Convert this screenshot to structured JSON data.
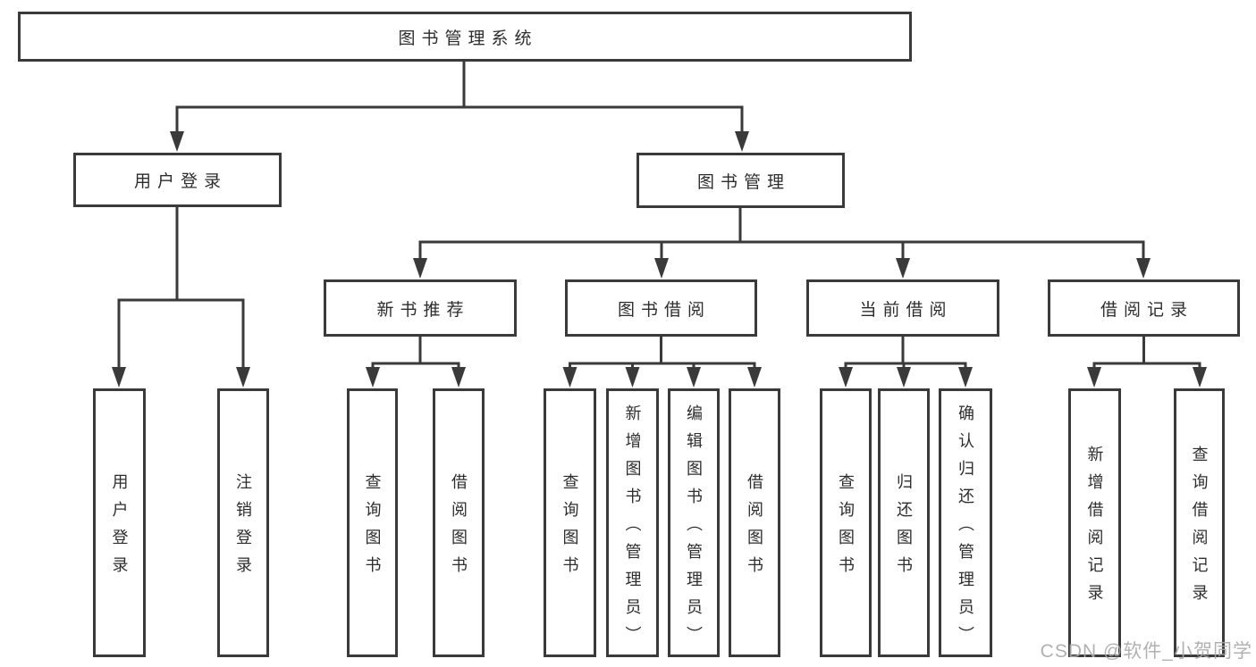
{
  "diagram": {
    "root": {
      "label": "图书管理系统",
      "children": [
        {
          "label": "用户登录",
          "children": [
            {
              "label": "用户登录"
            },
            {
              "label": "注销登录"
            }
          ]
        },
        {
          "label": "图书管理",
          "children": [
            {
              "label": "新书推荐",
              "children": [
                {
                  "label": "查询图书"
                },
                {
                  "label": "借阅图书"
                }
              ]
            },
            {
              "label": "图书借阅",
              "children": [
                {
                  "label": "查询图书"
                },
                {
                  "label": "新增图书（管理员）"
                },
                {
                  "label": "编辑图书（管理员）"
                },
                {
                  "label": "借阅图书"
                }
              ]
            },
            {
              "label": "当前借阅",
              "children": [
                {
                  "label": "查询图书"
                },
                {
                  "label": "归还图书"
                },
                {
                  "label": "确认归还（管理员）"
                }
              ]
            },
            {
              "label": "借阅记录",
              "children": [
                {
                  "label": "新增借阅记录"
                },
                {
                  "label": "查询借阅记录"
                }
              ]
            }
          ]
        }
      ]
    }
  },
  "watermark": {
    "text": "CSDN @软件_小贺同学"
  },
  "colors": {
    "line": "#3a3a3a",
    "box_border": "#3a3a3a",
    "text": "#2d2d2d",
    "watermark": "#a9a9a9",
    "background": "#ffffff"
  }
}
